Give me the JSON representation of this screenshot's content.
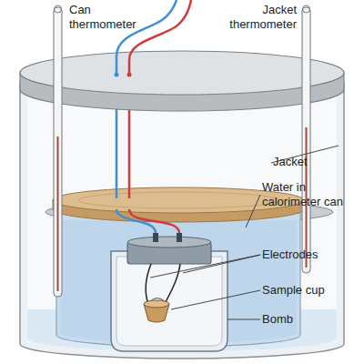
{
  "diagram": {
    "labels": [
      "Can thermometer",
      "Jacket thermometer",
      "Jacket",
      "Water in calorimeter can",
      "Electrodes",
      "Sample cup",
      "Bomb"
    ]
  }
}
